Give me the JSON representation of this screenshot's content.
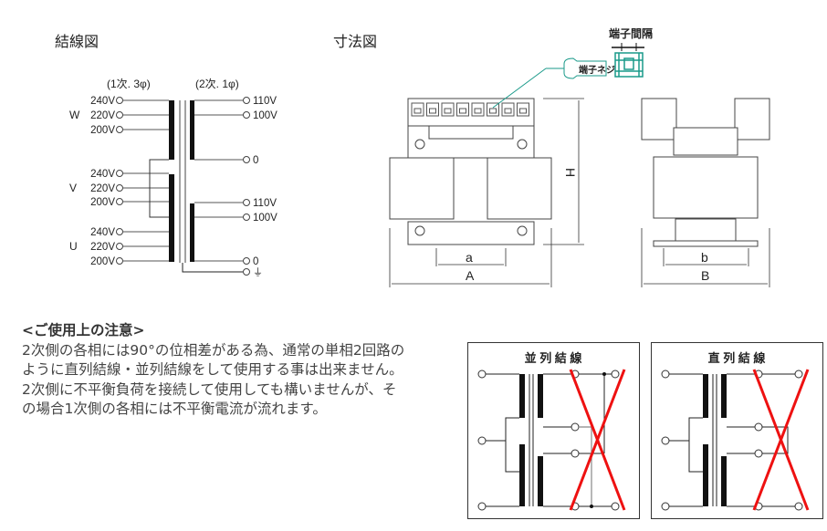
{
  "wiring": {
    "title": "結線図",
    "primary_header": "(1次. 3φ)",
    "secondary_header": "(2次. 1φ)",
    "phases": [
      {
        "name": "W",
        "taps": [
          "240V",
          "220V",
          "200V"
        ]
      },
      {
        "name": "V",
        "taps": [
          "240V",
          "220V",
          "200V"
        ]
      },
      {
        "name": "U",
        "taps": [
          "240V",
          "220V",
          "200V"
        ]
      }
    ],
    "secondary_groups": [
      {
        "taps": [
          "110V",
          "100V",
          "0"
        ]
      },
      {
        "taps": [
          "110V",
          "100V",
          "0"
        ]
      }
    ],
    "ground_symbol": "⏚"
  },
  "dimensions": {
    "title": "寸法図",
    "terminal_pitch_label": "端子間隔",
    "terminal_screw_label": "端子ネジ",
    "labels": {
      "H": "H",
      "a": "a",
      "A": "A",
      "b": "b",
      "B": "B"
    },
    "accent_color": "#1a9a8a"
  },
  "notes": {
    "heading": "<ご使用上の注意>",
    "lines": [
      "2次側の各相には90°の位相差がある為、通常の単相2回路の",
      "ように直列結線・並列結線をして使用する事は出来ません。",
      "2次側に不平衡負荷を接続して使用しても構いませんが、そ",
      "の場合1次側の各相には不平衡電流が流れます。"
    ]
  },
  "prohibited": [
    {
      "title": "並 列 結 線"
    },
    {
      "title": "直 列 結 線"
    }
  ],
  "cross_color": "#ee1111"
}
